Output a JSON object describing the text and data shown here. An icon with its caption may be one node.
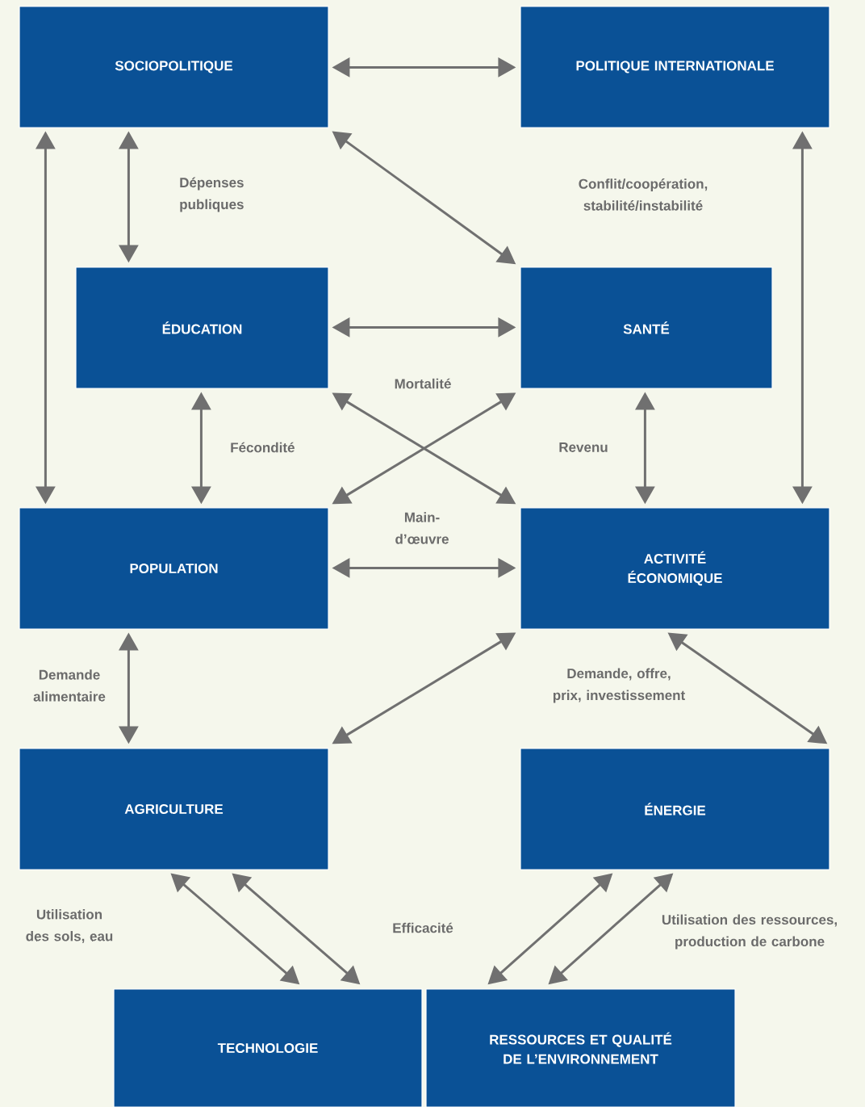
{
  "diagram": {
    "nodes": [
      {
        "text": [
          "SOCIOPOLITIQUE"
        ]
      },
      {
        "text": [
          "POLITIQUE INTERNATIONALE"
        ]
      },
      {
        "text": [
          "ÉDUCATION"
        ]
      },
      {
        "text": [
          "SANTÉ"
        ]
      },
      {
        "text": [
          "POPULATION"
        ]
      },
      {
        "text": [
          "ACTIVITÉ ÉCONOMIQUE"
        ]
      },
      {
        "text": [
          "AGRICULTURE"
        ]
      },
      {
        "text": [
          "ÉNERGIE"
        ]
      },
      {
        "text": [
          "TECHNOLOGIE"
        ]
      },
      {
        "text": [
          "RESSOURCES ET QUALITÉ DE L’ENVIRONNEMENT"
        ]
      }
    ],
    "edges": [
      {
        "from": 0,
        "to": 1,
        "arrow": "both"
      },
      {
        "from": 0,
        "to": 4,
        "arrow": "both"
      },
      {
        "from": 0,
        "to": 2,
        "arrow": "both"
      },
      {
        "from": 0,
        "to": 3,
        "arrow": "both"
      },
      {
        "from": 1,
        "to": 5,
        "arrow": "both"
      },
      {
        "from": 2,
        "to": 3,
        "arrow": "both"
      },
      {
        "from": 2,
        "to": 4,
        "arrow": "both"
      },
      {
        "from": 2,
        "to": 5,
        "arrow": "both"
      },
      {
        "from": 3,
        "to": 4,
        "arrow": "both"
      },
      {
        "from": 3,
        "to": 5,
        "arrow": "both"
      },
      {
        "from": 4,
        "to": 5,
        "arrow": "both"
      },
      {
        "from": 4,
        "to": 6,
        "arrow": "both"
      },
      {
        "from": 5,
        "to": 6,
        "arrow": "both"
      },
      {
        "from": 5,
        "to": 7,
        "arrow": "both"
      },
      {
        "from": 6,
        "to": 8,
        "arrow": "both"
      },
      {
        "from": 6,
        "to": 8,
        "arrow": "both"
      },
      {
        "from": 7,
        "to": 9,
        "arrow": "both"
      },
      {
        "from": 7,
        "to": 9,
        "arrow": "both"
      }
    ],
    "labels": [
      "Dépenses publiques",
      "Conflit/coopération, stabilité/instabilité",
      "Mortalité",
      "Fécondité",
      "Revenu",
      "Main-d’œuvre",
      "Demande alimentaire",
      "Demande, offre, prix, investissement",
      "Utilisation des sols, eau",
      "Efficacité",
      "Utilisation des ressources, production de carbone"
    ]
  }
}
